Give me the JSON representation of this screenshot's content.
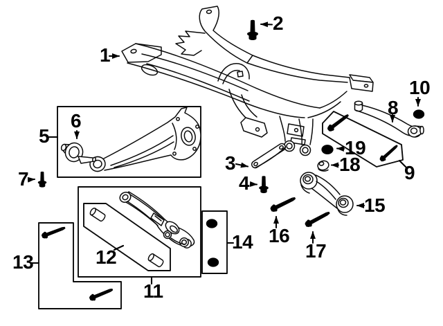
{
  "diagram": {
    "background_color": "#ffffff",
    "line_color": "#000000",
    "callouts": [
      {
        "num": "1"
      },
      {
        "num": "2"
      },
      {
        "num": "3"
      },
      {
        "num": "4"
      },
      {
        "num": "5"
      },
      {
        "num": "6"
      },
      {
        "num": "7"
      },
      {
        "num": "8"
      },
      {
        "num": "9"
      },
      {
        "num": "10"
      },
      {
        "num": "11"
      },
      {
        "num": "12"
      },
      {
        "num": "13"
      },
      {
        "num": "14"
      },
      {
        "num": "15"
      },
      {
        "num": "16"
      },
      {
        "num": "17"
      },
      {
        "num": "18"
      },
      {
        "num": "19"
      }
    ]
  }
}
